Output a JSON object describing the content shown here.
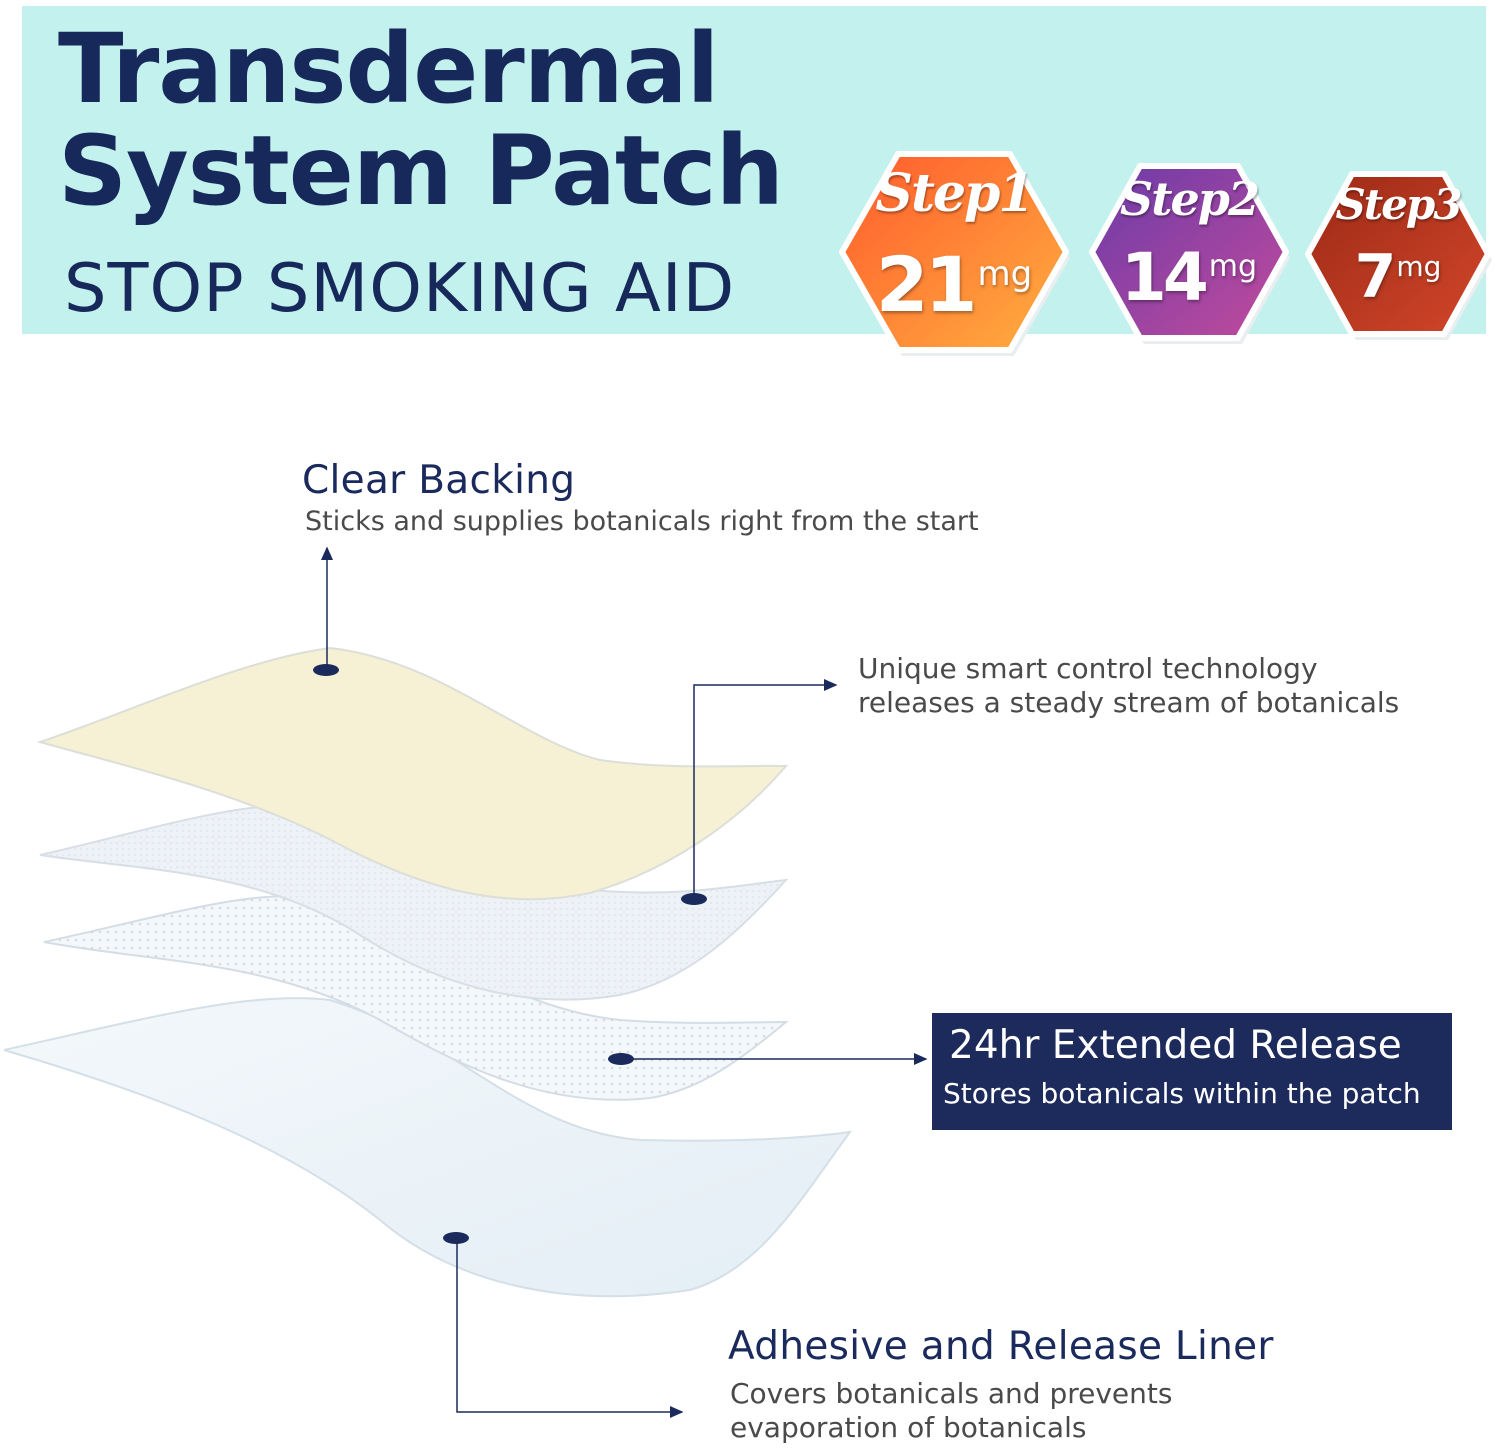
{
  "header": {
    "title_line1": "Transdermal",
    "title_line2": "System Patch",
    "subtitle": "STOP SMOKING AID",
    "background_color": "#c2f1ee"
  },
  "steps": [
    {
      "step_label": "Step1",
      "dose": "21",
      "unit": "mg",
      "color": "#f6862f"
    },
    {
      "step_label": "Step2",
      "dose": "14",
      "unit": "mg",
      "color": "#8d3ea8"
    },
    {
      "step_label": "Step3",
      "dose": "7",
      "unit": "mg",
      "color": "#b3321d"
    }
  ],
  "layers": [
    {
      "heading": "Clear Backing",
      "description": "Sticks and supplies botanicals right from the start"
    },
    {
      "description_line1": "Unique smart control technology",
      "description_line2": "releases a steady stream of botanicals"
    },
    {
      "heading": "24hr Extended Release",
      "description": "Stores botanicals within the patch",
      "box_color": "#1c2a5c"
    },
    {
      "heading": "Adhesive and Release Liner",
      "description_line1": "Covers botanicals and prevents",
      "description_line2": "evaporation of botanicals"
    }
  ]
}
